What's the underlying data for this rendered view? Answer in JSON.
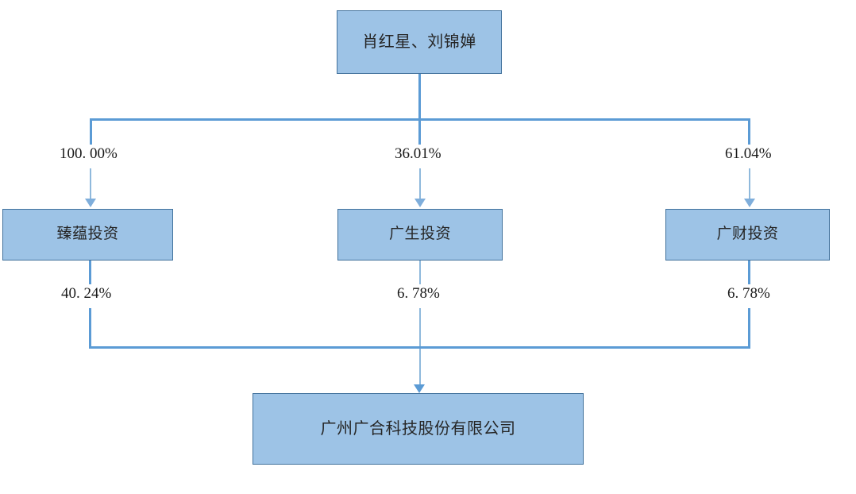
{
  "diagram": {
    "type": "ownership-structure-chart",
    "title": "",
    "colors": {
      "box_fill": "#9DC3E6",
      "box_border": "#41719C",
      "connector": "#5B9BD5",
      "connector_light": "#8FB9DC",
      "text": "#262626",
      "background": "#ffffff"
    },
    "nodes": {
      "owners": {
        "label": "肖红星、刘锦婵",
        "level": "top"
      },
      "zhenyun": {
        "label": "臻蕴投资",
        "level": "middle"
      },
      "guangsheng": {
        "label": "广生投资",
        "level": "middle"
      },
      "guangcai": {
        "label": "广财投资",
        "level": "middle"
      },
      "company": {
        "label": "广州广合科技股份有限公司",
        "level": "bottom"
      }
    },
    "edges": {
      "owners_to_zhenyun": {
        "percent": "100. 00%",
        "from": "owners",
        "to": "zhenyun"
      },
      "owners_to_guangsheng": {
        "percent": "36.01%",
        "from": "owners",
        "to": "guangsheng"
      },
      "owners_to_guangcai": {
        "percent": "61.04%",
        "from": "owners",
        "to": "guangcai"
      },
      "zhenyun_to_company": {
        "percent": "40. 24%",
        "from": "zhenyun",
        "to": "company"
      },
      "guangsheng_to_company": {
        "percent": "6. 78%",
        "from": "guangsheng",
        "to": "company"
      },
      "guangcai_to_company": {
        "percent": "6. 78%",
        "from": "guangcai",
        "to": "company"
      }
    }
  }
}
